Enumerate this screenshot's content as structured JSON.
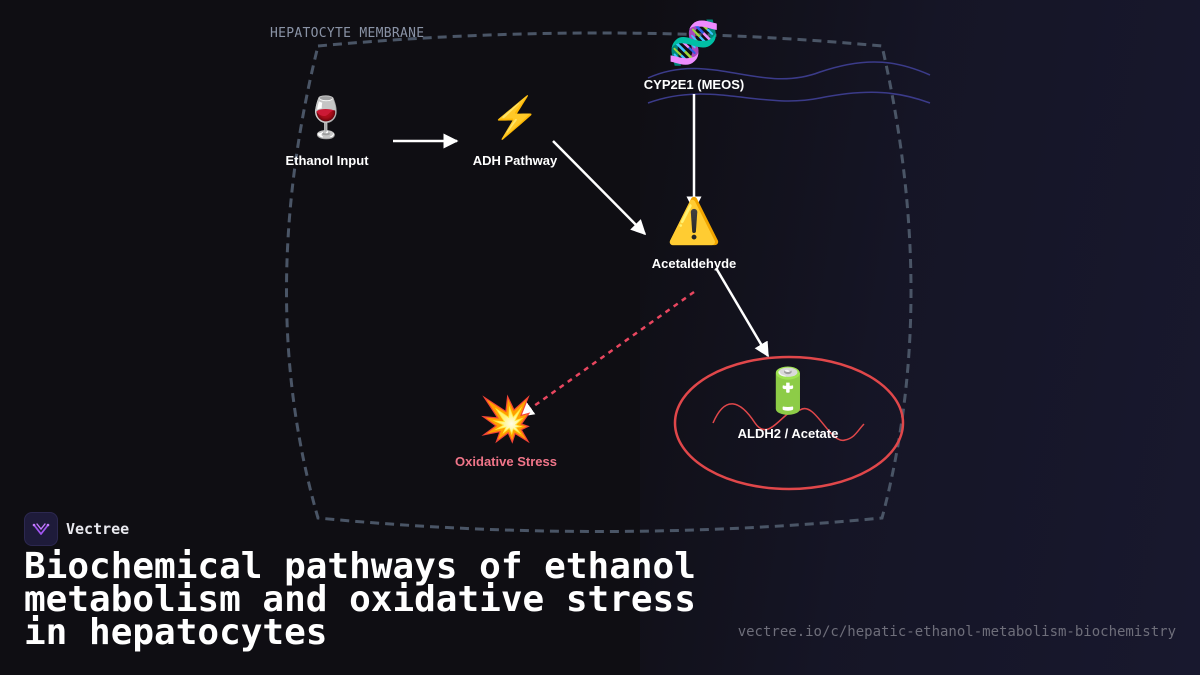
{
  "diagram": {
    "membrane_label": "HEPATOCYTE MEMBRANE",
    "nodes": {
      "ethanol": {
        "label": "Ethanol Input",
        "icon": "wine-glass-icon"
      },
      "adh": {
        "label": "ADH Pathway",
        "icon": "lightning-icon"
      },
      "cyp2e1": {
        "label": "CYP2E1 (MEOS)",
        "icon": "dna-icon"
      },
      "acetaldehyde": {
        "label": "Acetaldehyde",
        "icon": "warning-icon"
      },
      "oxidative": {
        "label": "Oxidative Stress",
        "icon": "explosion-icon"
      },
      "aldh2": {
        "label": "ALDH2 / Acetate",
        "icon": "battery-icon"
      }
    },
    "colors": {
      "membrane": "#4a5566",
      "arrow": "#ffffff",
      "stress_arrow": "#e8465f",
      "aldh2_ring": "#e0474a",
      "wave": "#3b3b8a"
    }
  },
  "brand": {
    "name": "Vectree"
  },
  "title": "Biochemical pathways of ethanol metabolism and oxidative stress in hepatocytes",
  "url": "vectree.io/c/hepatic-ethanol-metabolism-biochemistry"
}
